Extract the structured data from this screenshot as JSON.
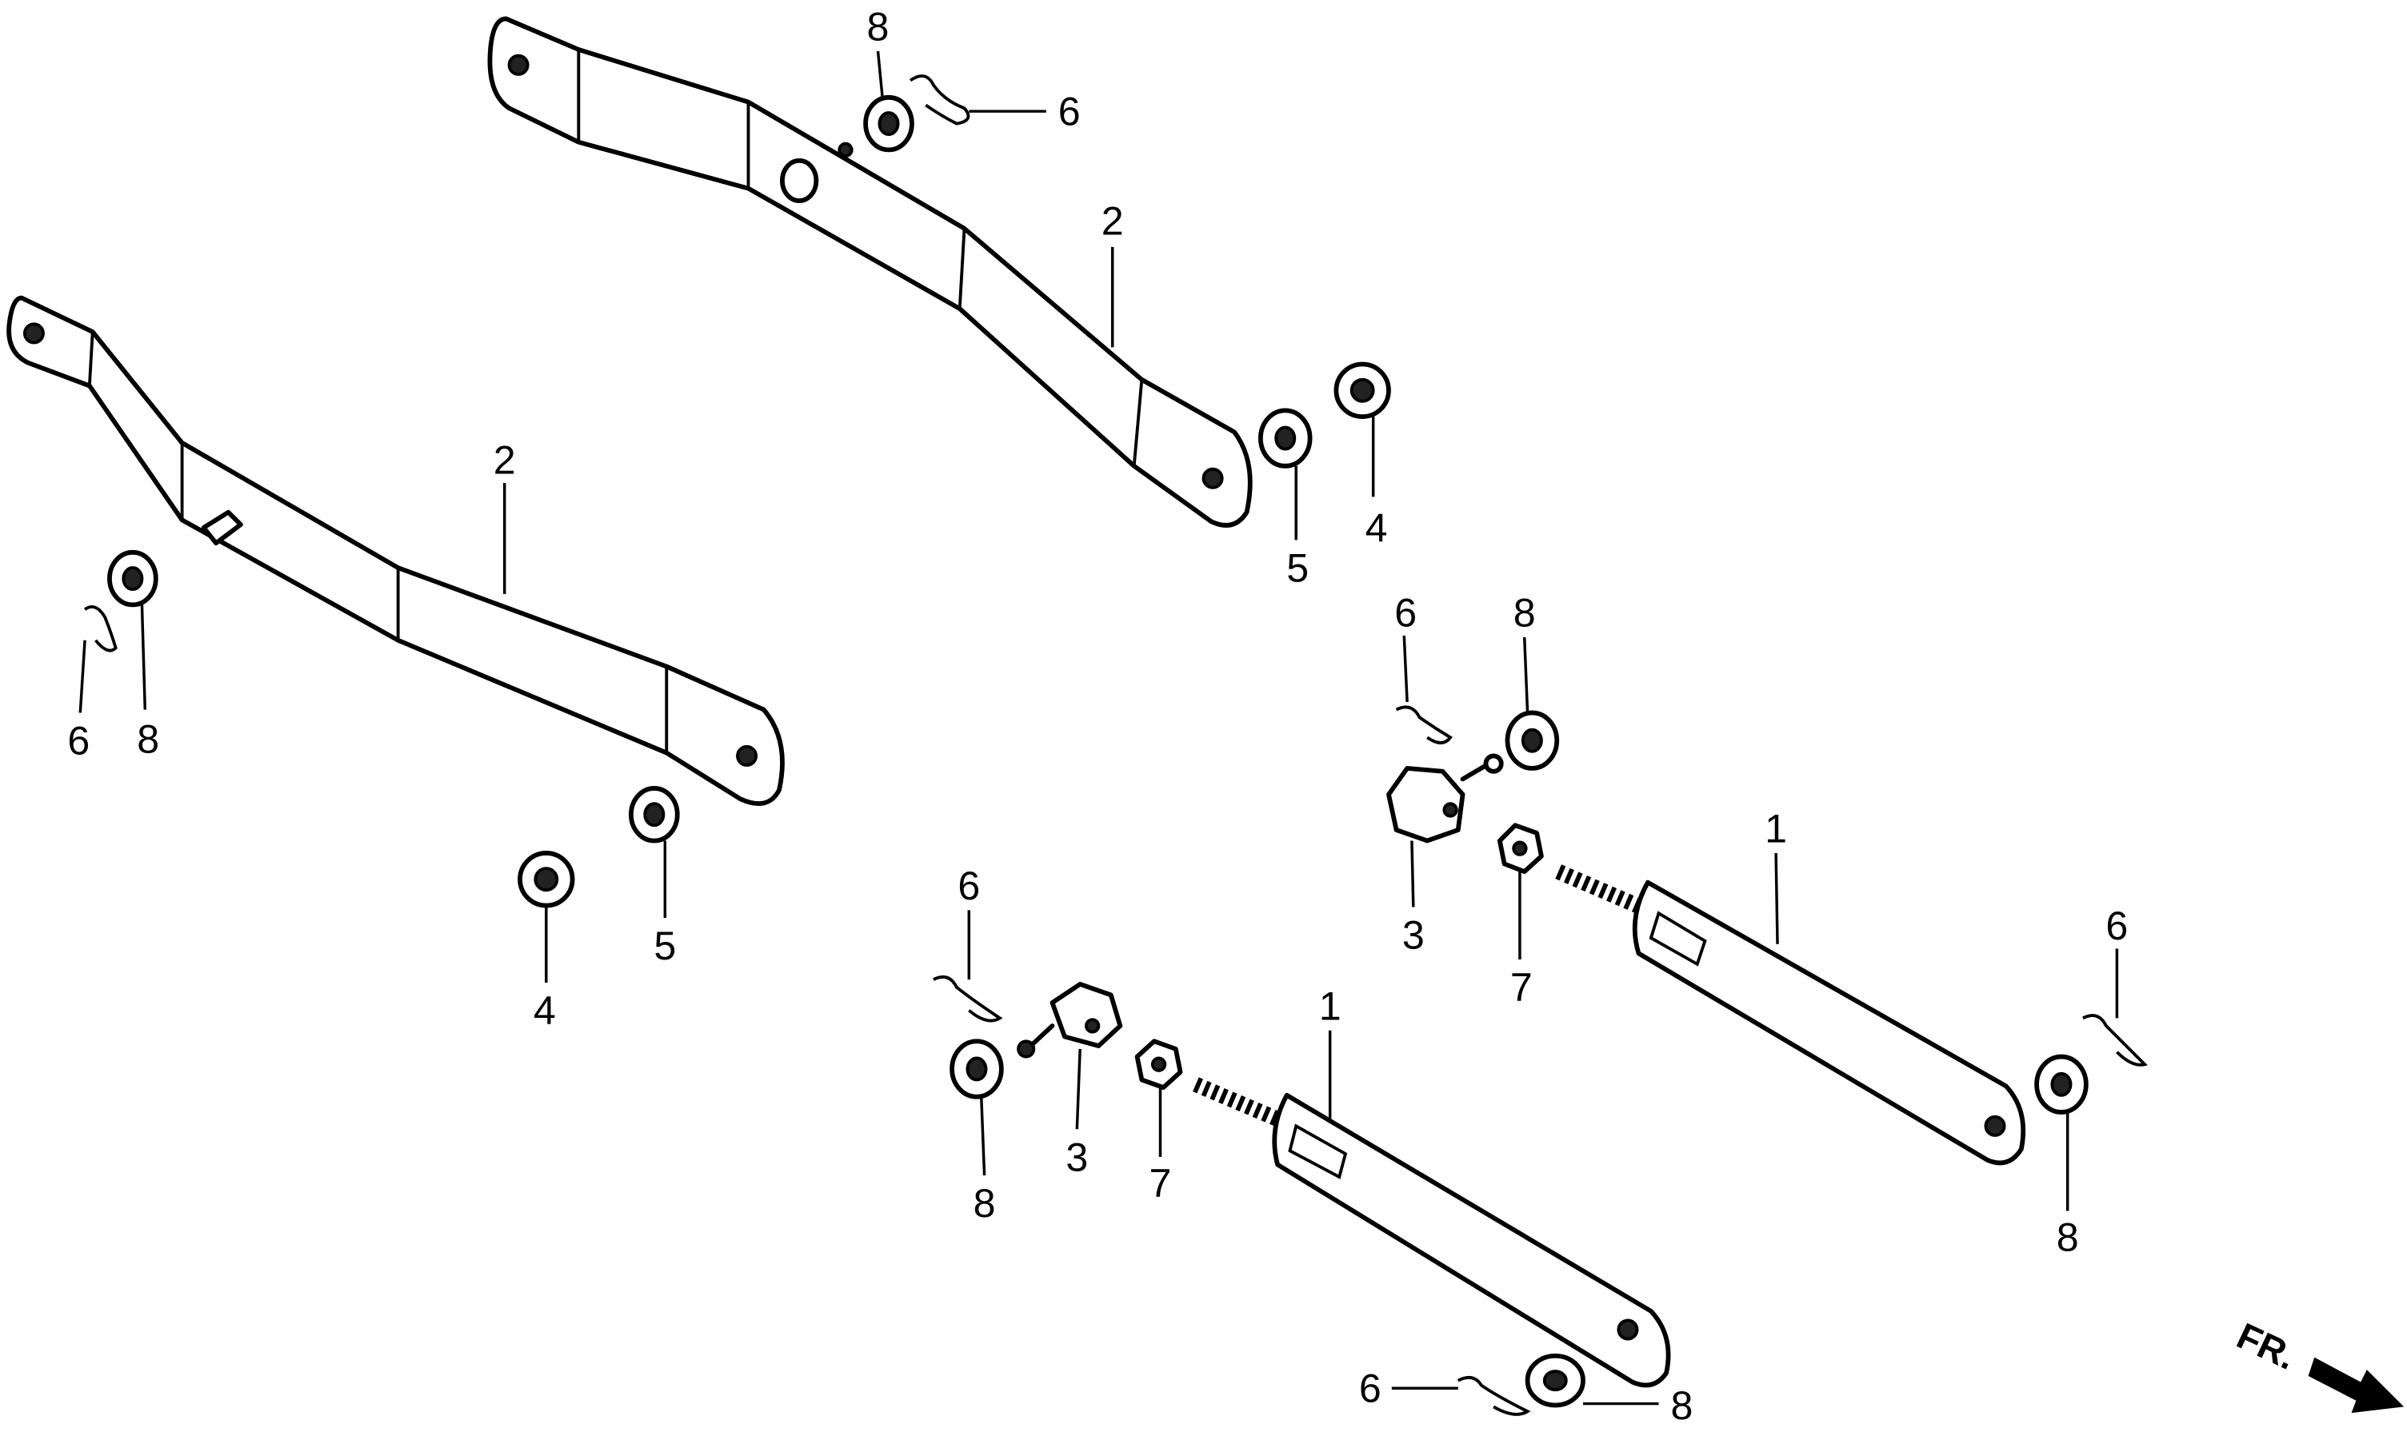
{
  "diagram": {
    "type": "exploded parts diagram",
    "direction_marker": "FR.",
    "callouts": [
      "8",
      "6",
      "2",
      "5",
      "4",
      "2",
      "6",
      "8",
      "6",
      "8",
      "3",
      "7",
      "1",
      "6",
      "8",
      "4",
      "5",
      "6",
      "8",
      "3",
      "7",
      "1",
      "6",
      "8"
    ]
  }
}
